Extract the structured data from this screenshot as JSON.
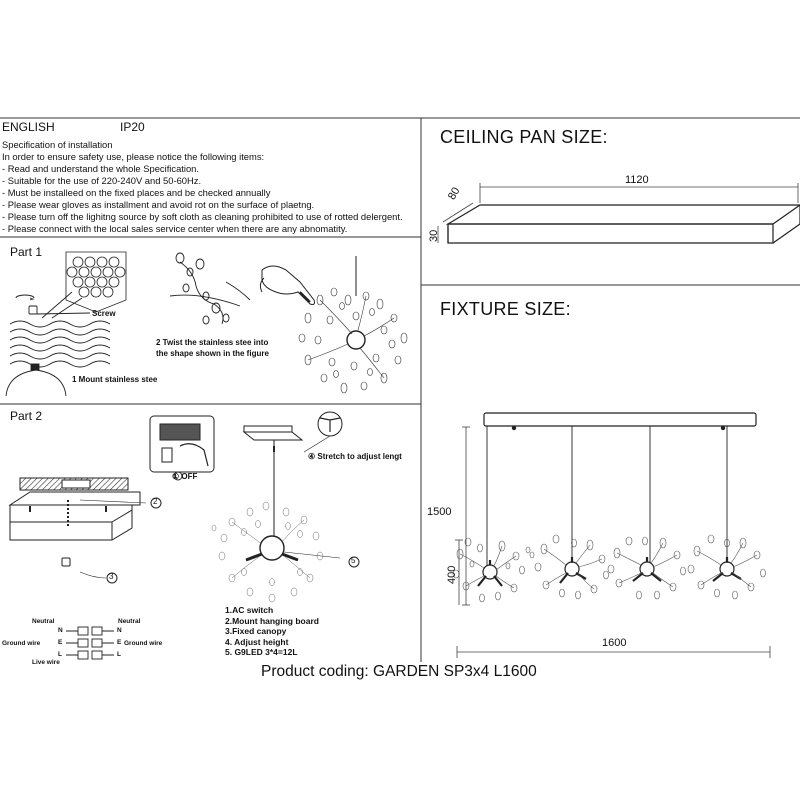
{
  "header": {
    "language": "ENGLISH",
    "ip_rating": "IP20"
  },
  "specification": {
    "title": "Specification of installation",
    "intro": "In order to ensure safety use, please notice the following items:",
    "items": [
      "- Read and understand the whole Specification.",
      "- Suitable for the use of 220-240V and 50-60Hz.",
      "- Must be installeed on the fixed places and be checked annually",
      "- Please wear gloves as installment and avoid rot on the surface of plaetng.",
      "- Please turn off the lighitng source by soft cloth as cleaning prohibited to use of rotted delergent.",
      "- Please connect with the local sales service center when there are any abnomatity."
    ]
  },
  "part1": {
    "title": "Part 1",
    "screw_label": "Screw",
    "step1": "1 Mount stainless stee",
    "step2_line1": "2 Twist the stainless stee  into",
    "step2_line2": "the shape shown in the figure"
  },
  "part2": {
    "title": "Part 2",
    "switch_label": "① OFF",
    "stretch_label": "④ Stretch to adjust lengt",
    "callout_2": "2",
    "callout_3": "3",
    "callout_5": "5",
    "wiring": {
      "neutral_left": "Neutral",
      "neutral_right": "Neutral",
      "ground_left": "Ground wire",
      "ground_right": "Ground wire",
      "live": "Live wire",
      "n": "N",
      "e": "E",
      "l": "L"
    },
    "legend": [
      "1.AC switch",
      "2.Mount hanging board",
      "3.Fixed canopy",
      "4. Adjust height",
      "5. G9LED   3*4=12L"
    ]
  },
  "ceiling_pan": {
    "title": "CEILING PAN SIZE:",
    "length": "1120",
    "width": "80",
    "height": "30"
  },
  "fixture": {
    "title": "FIXTURE SIZE:",
    "total_height": "1500",
    "cluster_height": "400",
    "length": "1600"
  },
  "product_coding": "Product coding: GARDEN SP3x4 L1600"
}
